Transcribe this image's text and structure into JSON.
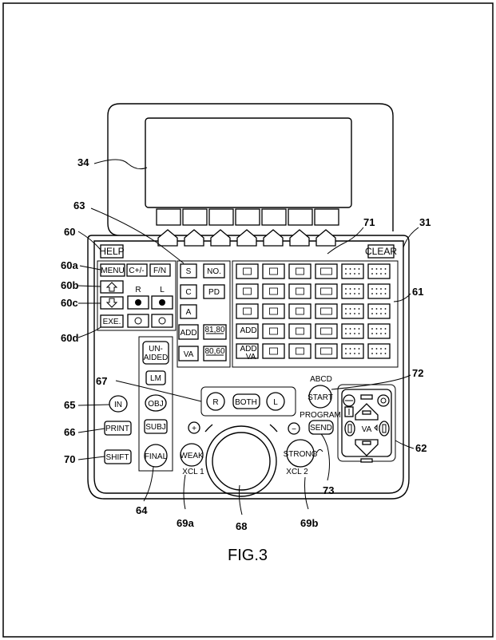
{
  "figure": {
    "caption": "FIG.3",
    "refs": {
      "r34": "34",
      "r63": "63",
      "r60": "60",
      "r60a": "60a",
      "r60b": "60b",
      "r60c": "60c",
      "r60d": "60d",
      "r71": "71",
      "r31": "31",
      "r61": "61",
      "r67": "67",
      "r72": "72",
      "r65": "65",
      "r66": "66",
      "r70": "70",
      "r62": "62",
      "r73": "73",
      "r64": "64",
      "r69a": "69a",
      "r68": "68",
      "r69b": "69b"
    },
    "keys": {
      "help": "HELP",
      "clear": "CLEAR",
      "menu": "MENU",
      "cplus": "C+/-",
      "fn": "F/N",
      "s": "S",
      "no": "NO.",
      "c": "C",
      "pd": "PD",
      "a": "A",
      "add": "ADD",
      "va": "VA",
      "frac1_top": "81,80",
      "frac2_top": "80,60",
      "add_star": "ADD",
      "add_va_1": "ADD",
      "add_va_2": "VA",
      "exe": "EXE.",
      "r": "R",
      "l": "L",
      "unaided_1": "UN-",
      "unaided_2": "AIDED",
      "lm": "LM",
      "obj": "OBJ",
      "subj": "SUBJ",
      "final": "FINAL",
      "in": "IN",
      "print": "PRINT",
      "shift": "SHIFT",
      "btn_r": "R",
      "both": "BOTH",
      "btn_l": "L",
      "abcd": "ABCD",
      "start": "START",
      "program": "PROGRAM",
      "send": "SEND",
      "weak": "WEAK",
      "xcl1": "XCL 1",
      "strong": "STRONG",
      "xcl2": "XCL 2",
      "plus": "+",
      "minus": "−",
      "va_pad": "VA"
    }
  }
}
